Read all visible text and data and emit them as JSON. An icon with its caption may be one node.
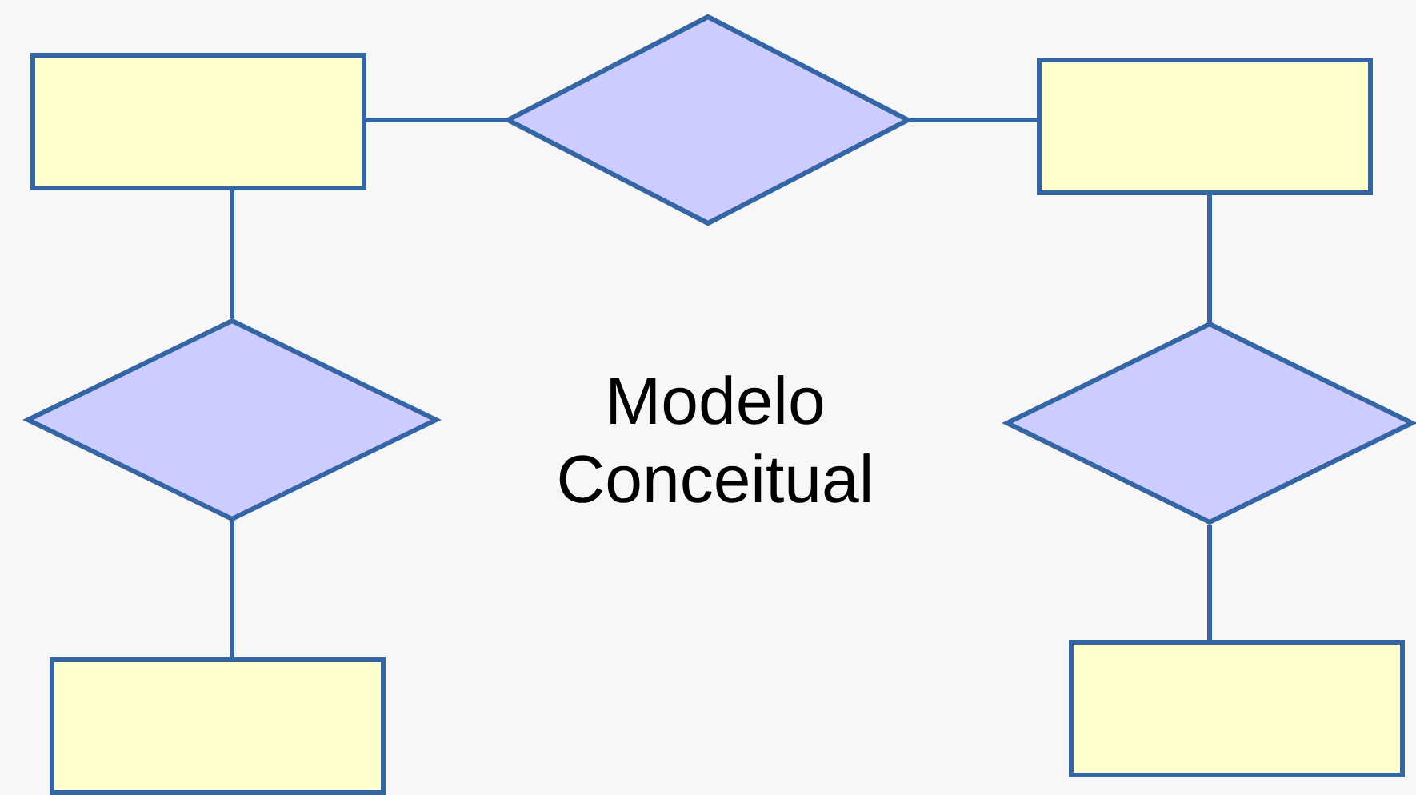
{
  "diagram": {
    "nodes": [
      {
        "text": [],
        "shape": "box"
      },
      {
        "text": [],
        "shape": "diamond"
      },
      {
        "text": [],
        "shape": "box"
      },
      {
        "text": [],
        "shape": "diamond"
      },
      {
        "text": [],
        "shape": "diamond"
      },
      {
        "text": [],
        "shape": "box"
      },
      {
        "text": [],
        "shape": "box"
      }
    ],
    "edges": [
      {
        "from": 0,
        "to": 1,
        "arrow": "none"
      },
      {
        "from": 1,
        "to": 2,
        "arrow": "none"
      },
      {
        "from": 0,
        "to": 3,
        "arrow": "none"
      },
      {
        "from": 3,
        "to": 5,
        "arrow": "none"
      },
      {
        "from": 2,
        "to": 4,
        "arrow": "none"
      },
      {
        "from": 4,
        "to": 6,
        "arrow": "none"
      }
    ],
    "labels": [
      "Modelo Conceitual"
    ]
  }
}
